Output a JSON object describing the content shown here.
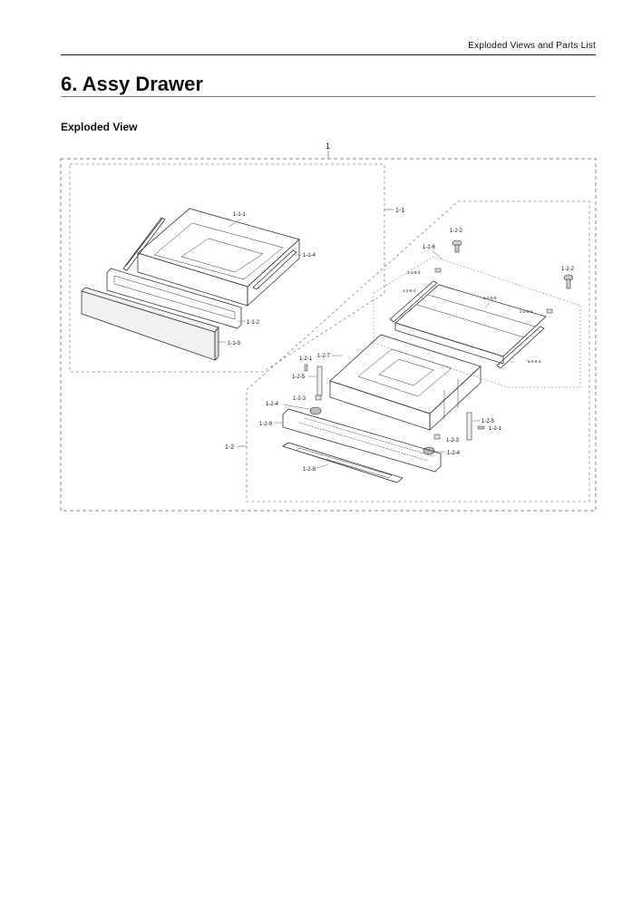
{
  "header": {
    "running_title": "Exploded Views and Parts List"
  },
  "chapter": {
    "title": "6.  Assy Drawer"
  },
  "section": {
    "title": "Exploded View"
  },
  "diagram": {
    "callouts": {
      "assy": "1",
      "a_1_1": "1-1",
      "a_1_1_1": "1-1-1",
      "a_1_1_2": "1-1-2",
      "a_1_1_3": "1-1-3",
      "a_1_1_4": "1-1-4",
      "a_1_2": "1-2",
      "a_1_2_1_a": "1-2-1",
      "a_1_2_1_b": "1-2-1",
      "a_1_2_2_a": "1-2-2",
      "a_1_2_2_b": "1-2-2",
      "a_1_2_3_a": "1-2-3",
      "a_1_2_3_b": "1-2-3",
      "a_1_2_4_a": "1-2-4",
      "a_1_2_4_b": "1-2-4",
      "a_1_2_5_a": "1-2-5",
      "a_1_2_5_b": "1-2-5",
      "a_1_2_6": "1-2-6",
      "a_1_2_6_1": "1-2-6-1",
      "a_1_2_6_2": "1-2-6-2",
      "a_1_2_6_3": "1-2-6-3",
      "a_1_2_6_4": "1-2-6-4",
      "a_1_2_6_5": "1-2-6-5",
      "a_1_2_7": "1-2-7",
      "a_1_2_8": "1-2-8",
      "a_1_2_9": "1-2-9"
    }
  }
}
